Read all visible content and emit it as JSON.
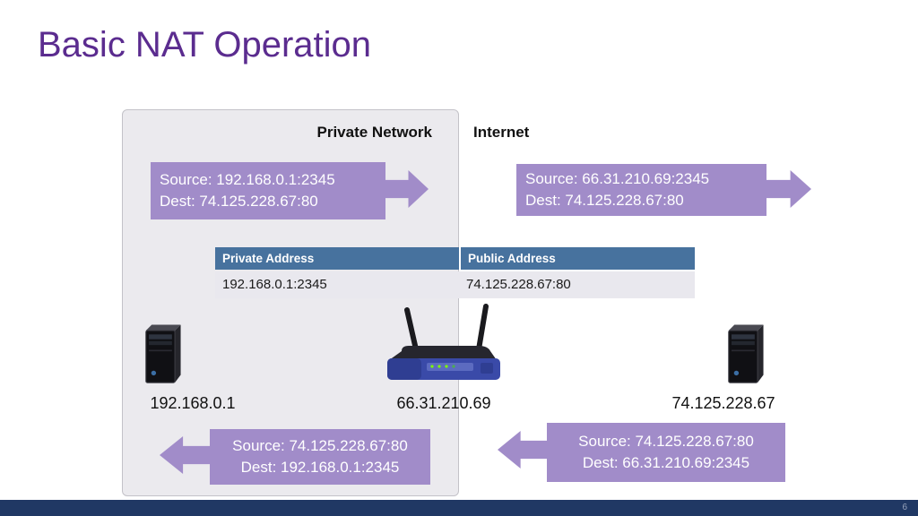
{
  "slide": {
    "title": "Basic NAT Operation",
    "page_number": "6"
  },
  "zones": {
    "private_network_label": "Private Network",
    "internet_label": "Internet"
  },
  "packets": {
    "top_left": {
      "source": "Source: 192.168.0.1:2345",
      "dest": "Dest: 74.125.228.67:80"
    },
    "top_right": {
      "source": "Source: 66.31.210.69:2345",
      "dest": "Dest: 74.125.228.67:80"
    },
    "bottom_left": {
      "source": "Source: 74.125.228.67:80",
      "dest": "Dest: 192.168.0.1:2345"
    },
    "bottom_right": {
      "source": "Source: 74.125.228.67:80",
      "dest": "Dest: 66.31.210.69:2345"
    }
  },
  "nat_table": {
    "headers": [
      "Private Address",
      "Public Address"
    ],
    "row": [
      "192.168.0.1:2345",
      "74.125.228.67:80"
    ]
  },
  "devices": {
    "client_label": "192.168.0.1",
    "router_label": "66.31.210.69",
    "server_label": "74.125.228.67"
  },
  "colors": {
    "title_purple": "#5b2c8f",
    "packet_purple": "#a18cc9",
    "table_header_blue": "#47729e",
    "table_row_gray": "#e9e8ee",
    "footer_navy": "#203864"
  }
}
